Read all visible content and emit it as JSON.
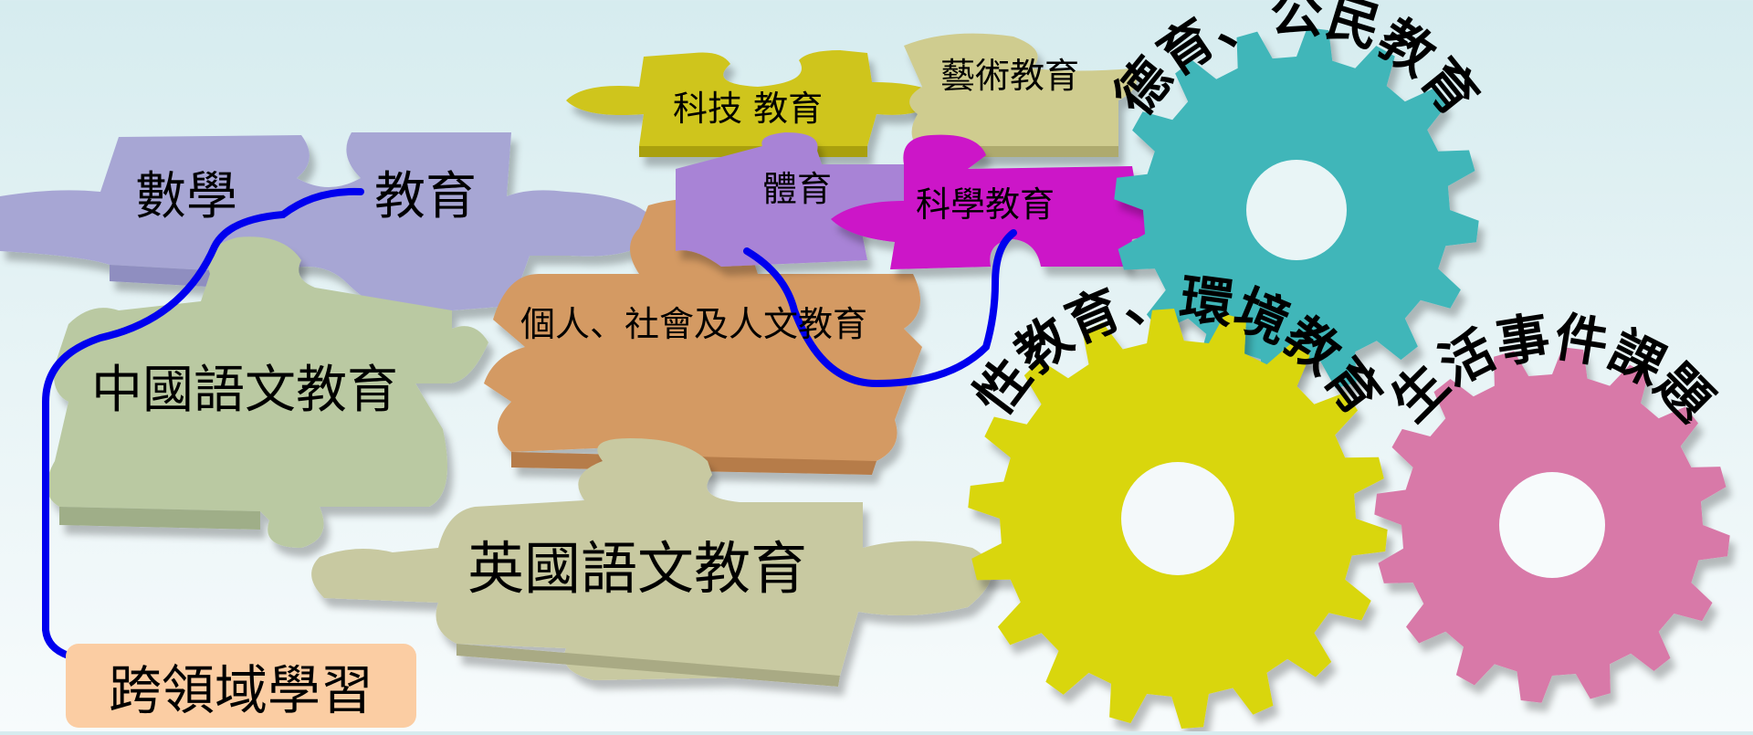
{
  "pieces": {
    "math": "數學",
    "education": "教育",
    "chinese": "中國語文教育",
    "english": "英國語文教育",
    "personal_social": "個人、社會及人文教育",
    "technology": "科技  教育",
    "arts": "藝術教育",
    "pe": "體育",
    "science": "科學教育"
  },
  "gears": {
    "moral": "德育、公民教育",
    "sex_env": "性教育、環境教育",
    "life_events": "生活事件課題"
  },
  "cross_curricular": "跨領域學習",
  "colors": {
    "math_piece": "#a7a6d4",
    "chinese_piece": "#bac9a2",
    "english_piece": "#c8c9a1",
    "personal_social_piece": "#d49a64",
    "technology_piece": "#cfc51a",
    "arts_piece": "#cfcc8f",
    "pe_piece": "#a883d6",
    "science_piece": "#cc12c8",
    "moral_gear": "#3fb6b9",
    "sex_env_gear": "#d9d60c",
    "life_gear": "#d879a8",
    "connector_line": "#0000ee",
    "cross_box": "#fbcda3"
  }
}
